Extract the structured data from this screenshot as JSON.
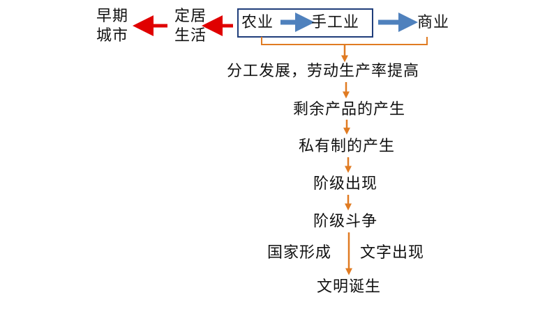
{
  "top_row": {
    "early_city": [
      "早期",
      "城市"
    ],
    "settled_life": [
      "定居",
      "生活"
    ],
    "agriculture": "农业",
    "handicraft": "手工业",
    "commerce": "商业"
  },
  "chain": [
    "分工发展，劳动生产率提高",
    "剩余产品的产生",
    "私有制的产生",
    "阶级出现",
    "阶级斗争"
  ],
  "branch": {
    "state_formation": "国家形成",
    "writing_appears": "文字出现"
  },
  "final": "文明诞生",
  "colors": {
    "red_arrow": "#e00000",
    "blue_arrow": "#4f81bd",
    "orange_arrow": "#e07b22",
    "box_border": "#1f3d7a"
  }
}
